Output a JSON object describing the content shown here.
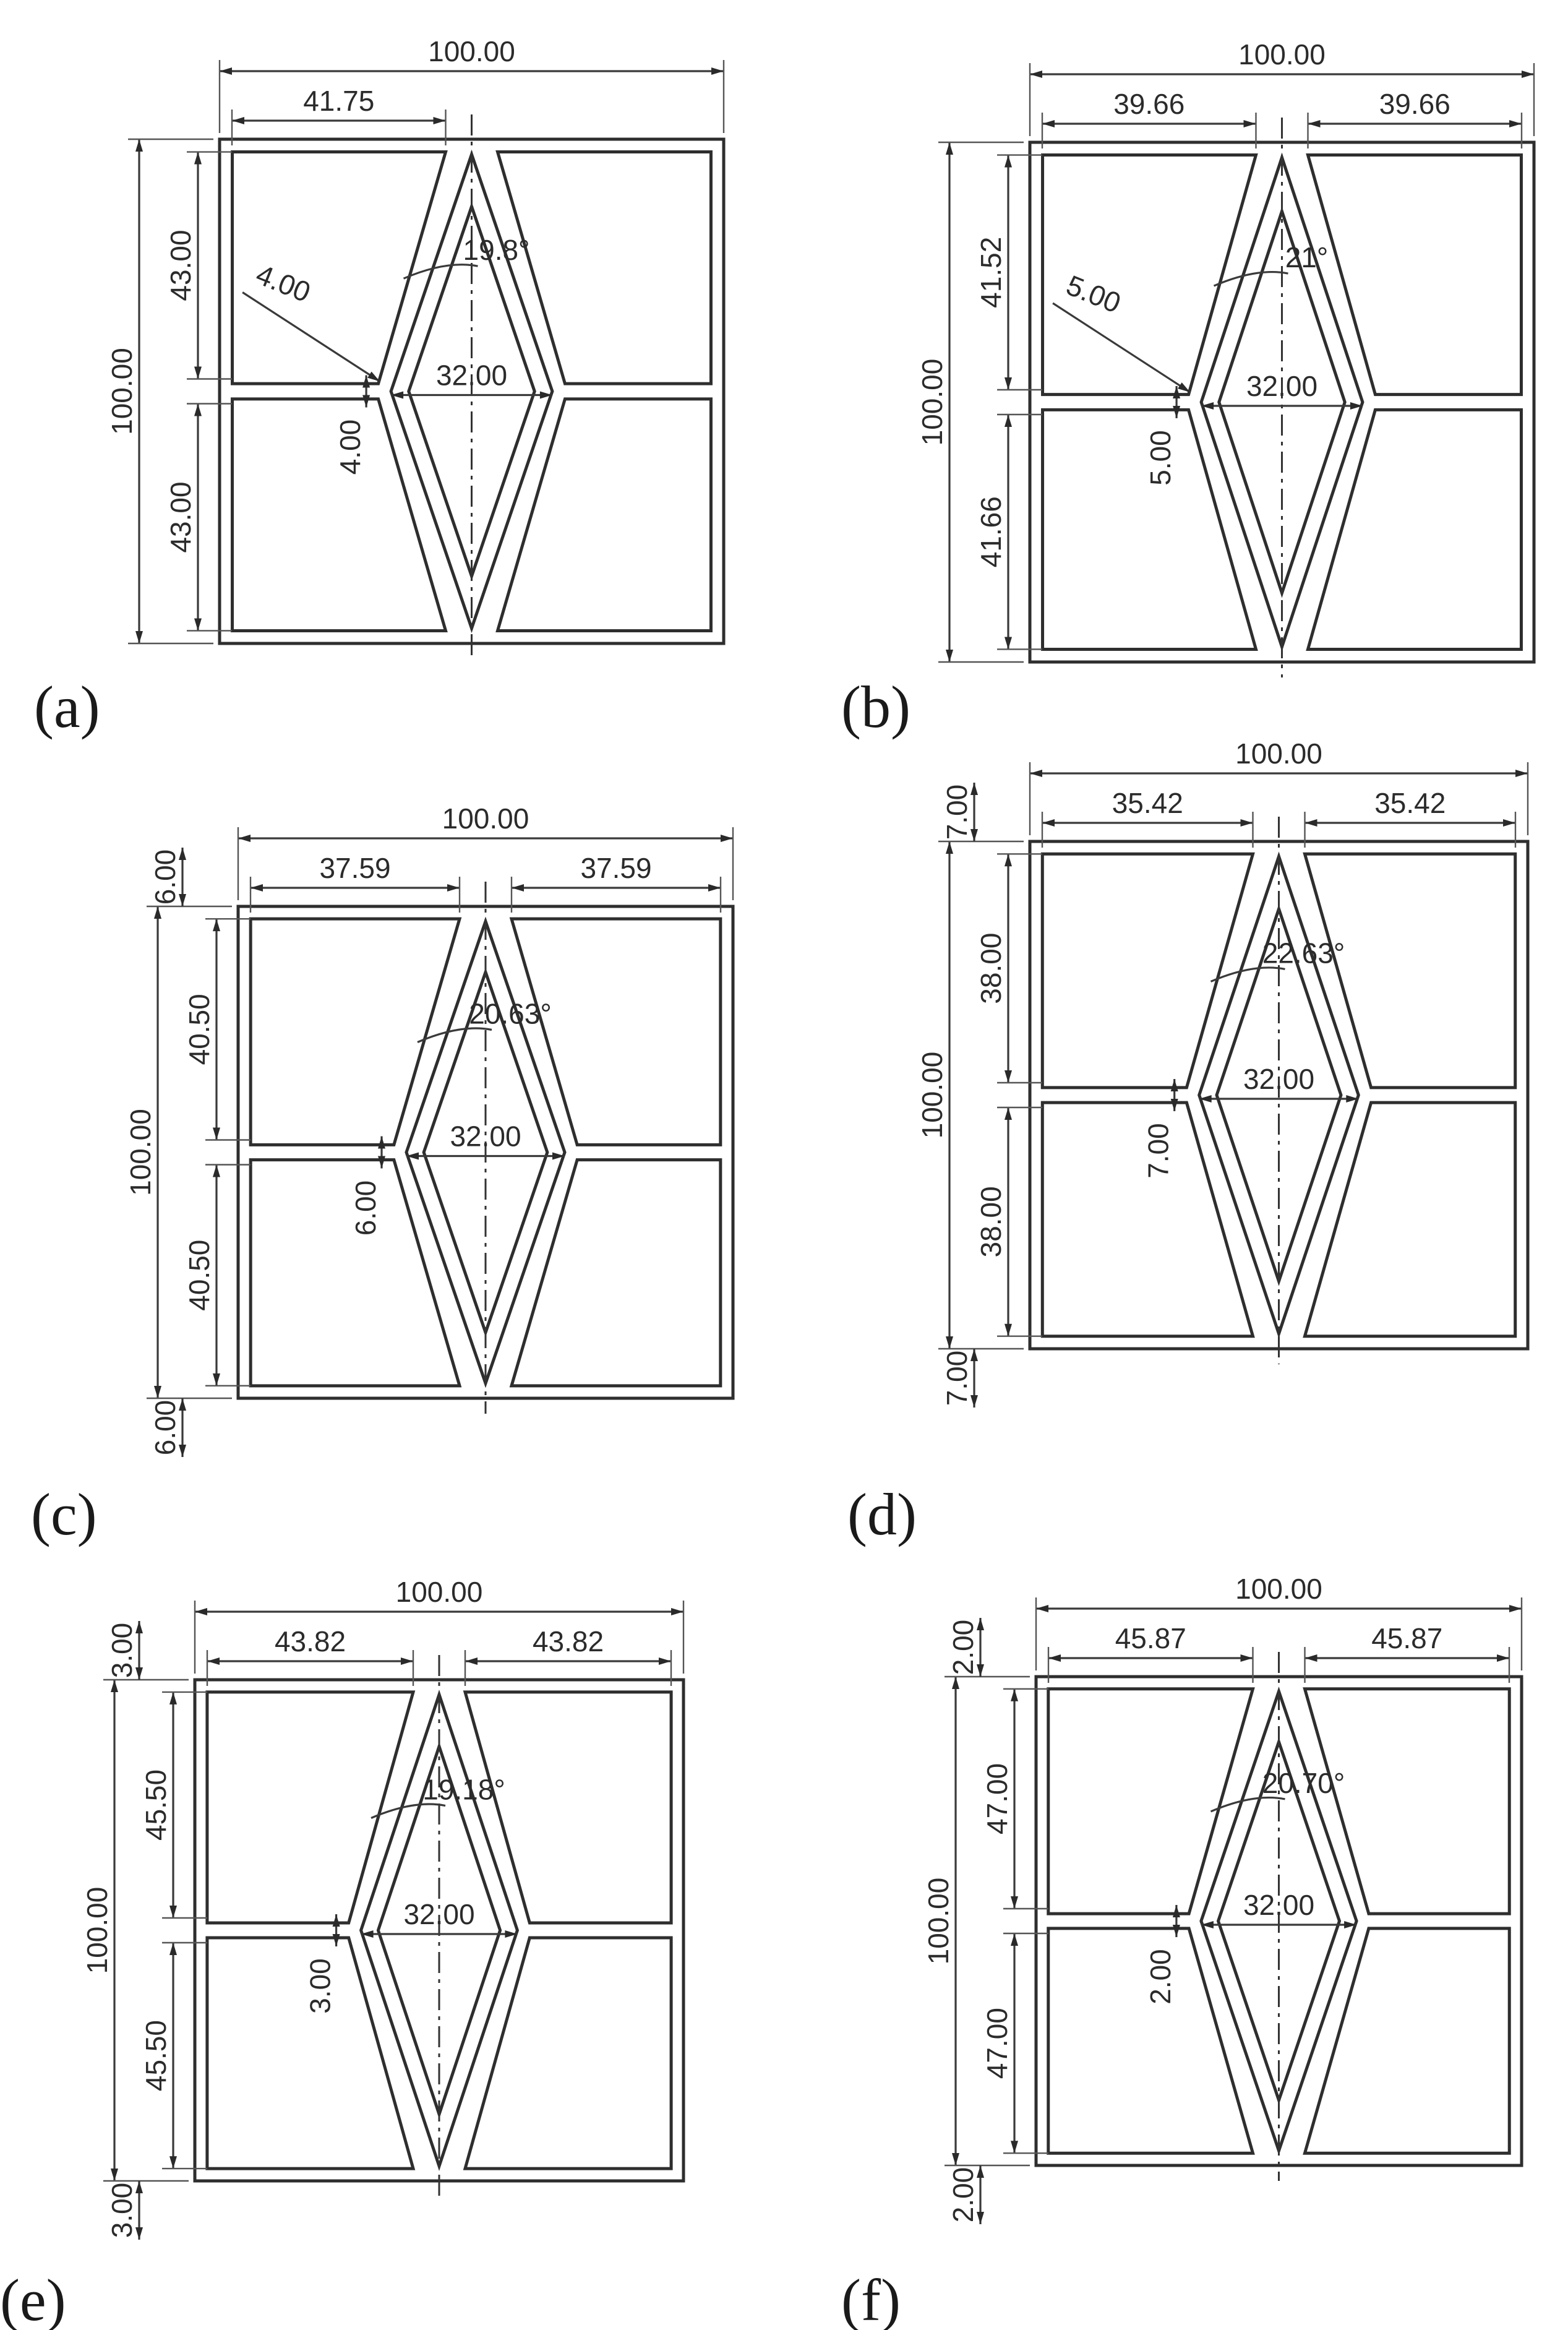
{
  "panels": [
    {
      "id": "a",
      "label": "(a)",
      "w": "100.00",
      "h": "100.00",
      "top_left": "41.75",
      "top_right": "",
      "left_upper": "43.00",
      "left_lower": "43.00",
      "margin_top": "",
      "margin_bottom": "",
      "thickness": "4.00",
      "gap": "4.00",
      "diag": "32.00",
      "angle": "19.8°"
    },
    {
      "id": "b",
      "label": "(b)",
      "w": "100.00",
      "h": "100.00",
      "top_left": "39.66",
      "top_right": "39.66",
      "left_upper": "41.52",
      "left_lower": "41.66",
      "margin_top": "",
      "margin_bottom": "",
      "thickness": "5.00",
      "gap": "5.00",
      "diag": "32.00",
      "angle": "21°"
    },
    {
      "id": "c",
      "label": "(c)",
      "w": "100.00",
      "h": "100.00",
      "top_left": "37.59",
      "top_right": "37.59",
      "left_upper": "40.50",
      "left_lower": "40.50",
      "margin_top": "6.00",
      "margin_bottom": "6.00",
      "thickness": "",
      "gap": "6.00",
      "diag": "32.00",
      "angle": "20.63°"
    },
    {
      "id": "d",
      "label": "(d)",
      "w": "100.00",
      "h": "100.00",
      "top_left": "35.42",
      "top_right": "35.42",
      "left_upper": "38.00",
      "left_lower": "38.00",
      "margin_top": "7.00",
      "margin_bottom": "7.00",
      "thickness": "",
      "gap": "7.00",
      "diag": "32.00",
      "angle": "22.63°"
    },
    {
      "id": "e",
      "label": "(e)",
      "w": "100.00",
      "h": "100.00",
      "top_left": "43.82",
      "top_right": "43.82",
      "left_upper": "45.50",
      "left_lower": "45.50",
      "margin_top": "3.00",
      "margin_bottom": "3.00",
      "thickness": "",
      "gap": "3.00",
      "diag": "32.00",
      "angle": "19.18°"
    },
    {
      "id": "f",
      "label": "(f)",
      "w": "100.00",
      "h": "100.00",
      "top_left": "45.87",
      "top_right": "45.87",
      "left_upper": "47.00",
      "left_lower": "47.00",
      "margin_top": "2.00",
      "margin_bottom": "2.00",
      "thickness": "",
      "gap": "2.00",
      "diag": "32.00",
      "angle": "20.70°"
    }
  ]
}
